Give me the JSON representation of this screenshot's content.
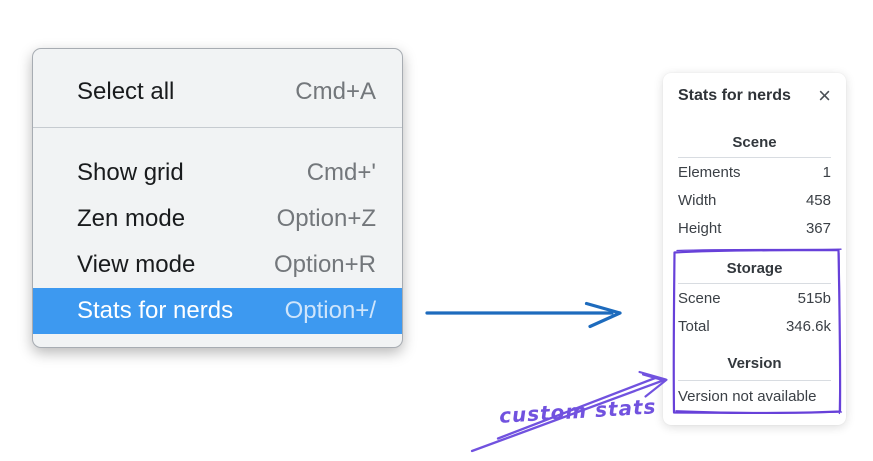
{
  "context_menu": {
    "items": [
      {
        "label": "Select all",
        "shortcut": "Cmd+A"
      },
      {
        "label": "Show grid",
        "shortcut": "Cmd+'"
      },
      {
        "label": "Zen mode",
        "shortcut": "Option+Z"
      },
      {
        "label": "View mode",
        "shortcut": "Option+R"
      },
      {
        "label": "Stats for nerds",
        "shortcut": "Option+/",
        "highlighted": true
      }
    ]
  },
  "stats_panel": {
    "title": "Stats for nerds",
    "close_icon": "×",
    "sections": [
      {
        "header": "Scene",
        "rows": [
          {
            "label": "Elements",
            "value": "1"
          },
          {
            "label": "Width",
            "value": "458"
          },
          {
            "label": "Height",
            "value": "367"
          }
        ]
      },
      {
        "header": "Storage",
        "rows": [
          {
            "label": "Scene",
            "value": "515b"
          },
          {
            "label": "Total",
            "value": "346.6k"
          }
        ]
      },
      {
        "header": "Version",
        "rows": [],
        "note": "Version not available"
      }
    ]
  },
  "annotation": {
    "label": "custom stats"
  },
  "colors": {
    "menu_bg": "#f1f3f4",
    "menu_border": "#a7acb2",
    "menu_text": "#191b1d",
    "menu_shortcut": "#73777b",
    "highlight_bg": "#3d99f0",
    "highlight_text": "#ffffff",
    "highlight_shortcut": "#cfe5fb",
    "flow_arrow": "#1d6bbd",
    "annotation_purple": "#6741d9",
    "annotation_arrow": "#7152df",
    "panel_text": "#3b4046"
  }
}
